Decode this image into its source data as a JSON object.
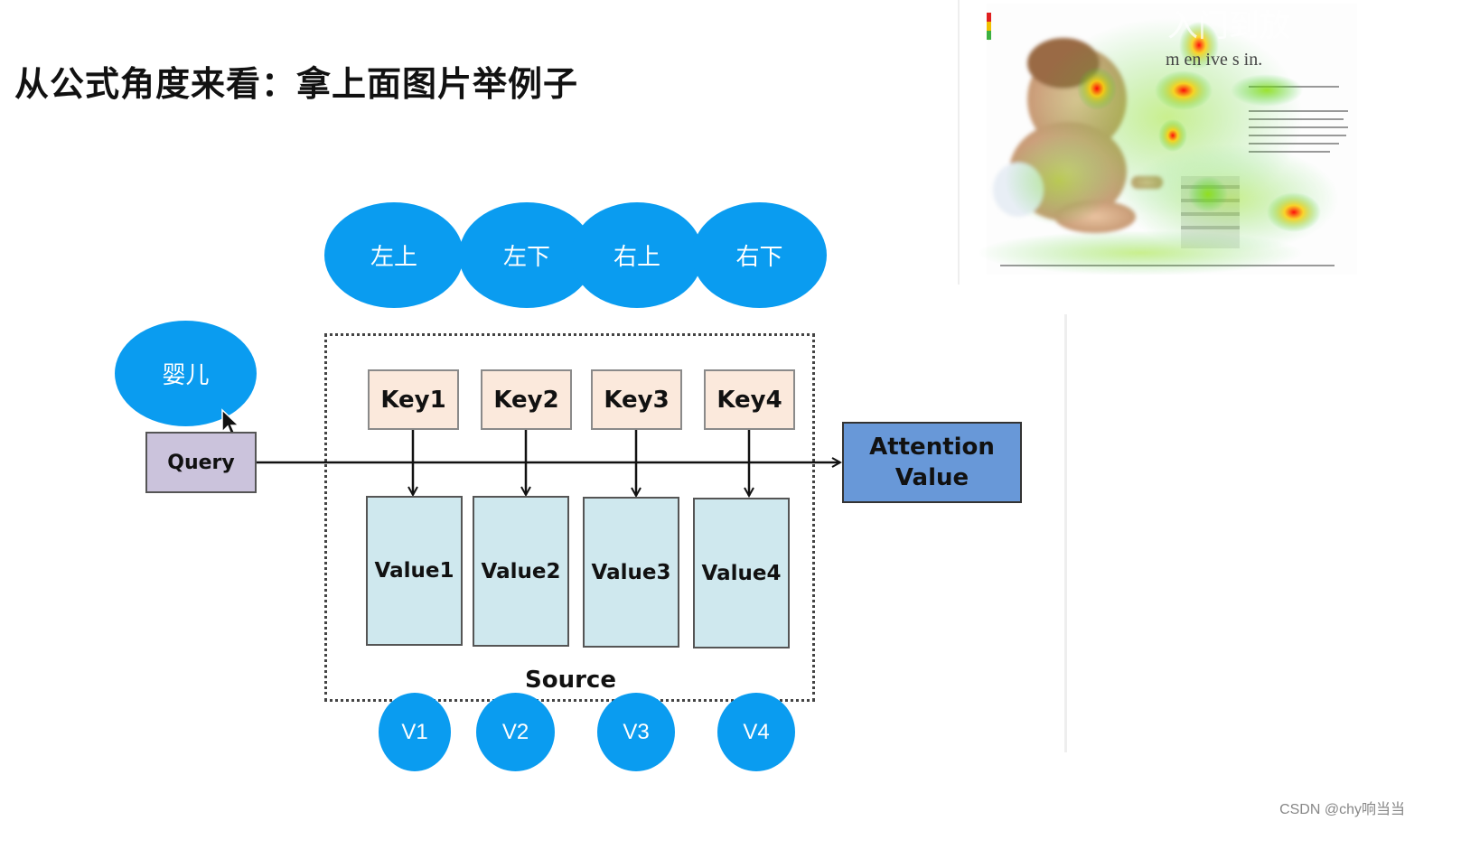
{
  "title": "从公式角度来看：拿上面图片举例子",
  "regions": [
    "左上",
    "左下",
    "右上",
    "右下"
  ],
  "query_word": "婴儿",
  "query_label": "Query",
  "keys": [
    "Key1",
    "Key2",
    "Key3",
    "Key4"
  ],
  "values": [
    "Value1",
    "Value2",
    "Value3",
    "Value4"
  ],
  "source_label": "Source",
  "attention_value": [
    "Attention",
    "Value"
  ],
  "v_circles": [
    "V1",
    "V2",
    "V3",
    "V4"
  ],
  "photo_overlay_text": [
    "入门到放",
    "m    en  ive s  in."
  ],
  "watermark": "CSDN @chy响当当",
  "colors": {
    "blue_shape": "#0a9cf0",
    "key_fill": "#fbe9dc",
    "value_fill": "#cfe8ee",
    "query_fill": "#cbc3dc",
    "attention_fill": "#6898d8"
  }
}
